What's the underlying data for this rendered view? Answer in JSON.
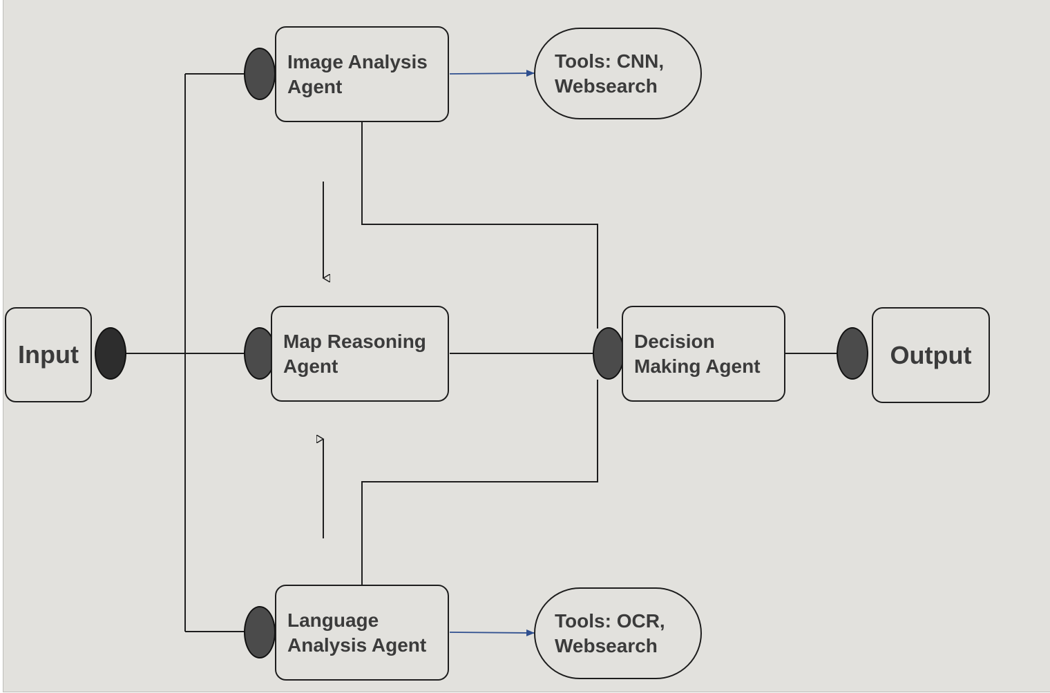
{
  "header": {
    "banner_text": ""
  },
  "nodes": {
    "input": "Input",
    "output": "Output",
    "image_agent": "Image Analysis\nAgent",
    "map_agent": "Map Reasoning\nAgent",
    "language_agent": "Language\nAnalysis Agent",
    "decision_agent": "Decision\nMaking Agent",
    "tools_image": "Tools: CNN,\nWebsearch",
    "tools_language": "Tools: OCR,\nWebsearch"
  },
  "colors": {
    "background": "#e2e1dd",
    "line": "#1d1d1d",
    "tool_arrow": "#2f4f8f",
    "port": "#4b4b4b"
  }
}
